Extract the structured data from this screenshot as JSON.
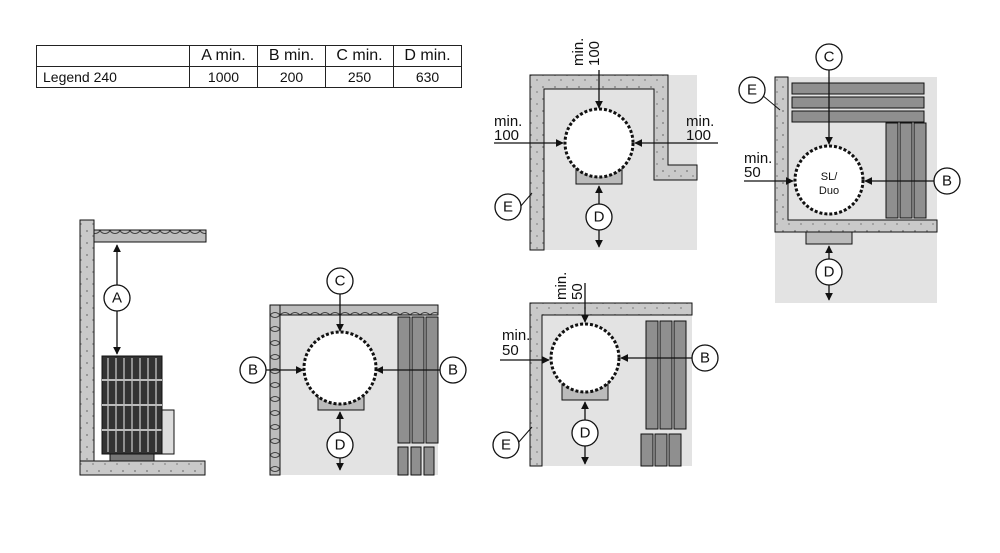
{
  "table": {
    "headers": [
      "A min.",
      "B min.",
      "C min.",
      "D min."
    ],
    "rows": [
      {
        "model": "Legend 240",
        "values": [
          "1000",
          "200",
          "250",
          "630"
        ]
      }
    ]
  },
  "labels": {
    "A": "A",
    "B": "B",
    "C": "C",
    "D": "D",
    "E": "E",
    "min": "min.",
    "v100": "100",
    "v50": "50",
    "sl": "SL/",
    "duo": "Duo"
  },
  "colors": {
    "wall": "#c9c9c9",
    "room": "#e3e3e3",
    "line": "#111111",
    "bench": "#8f8f8f"
  }
}
